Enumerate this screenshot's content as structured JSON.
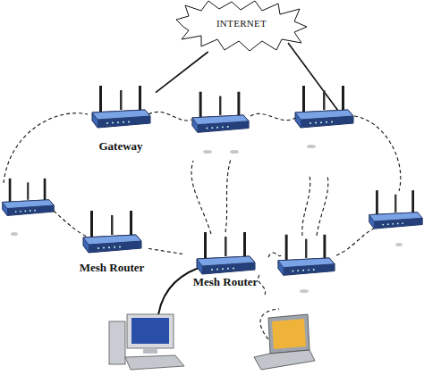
{
  "diagram": {
    "nodes": [
      {
        "text": [
          "INTERNET"
        ]
      },
      {
        "text": [
          "Gateway"
        ]
      },
      {
        "text": [
          "Mesh Router"
        ]
      },
      {
        "text": [
          "Mesh Router"
        ]
      }
    ],
    "edges": [
      {
        "from": 0,
        "to": 1,
        "arrow": "none"
      },
      {
        "from": 2,
        "to": 3,
        "arrow": "none"
      }
    ]
  }
}
